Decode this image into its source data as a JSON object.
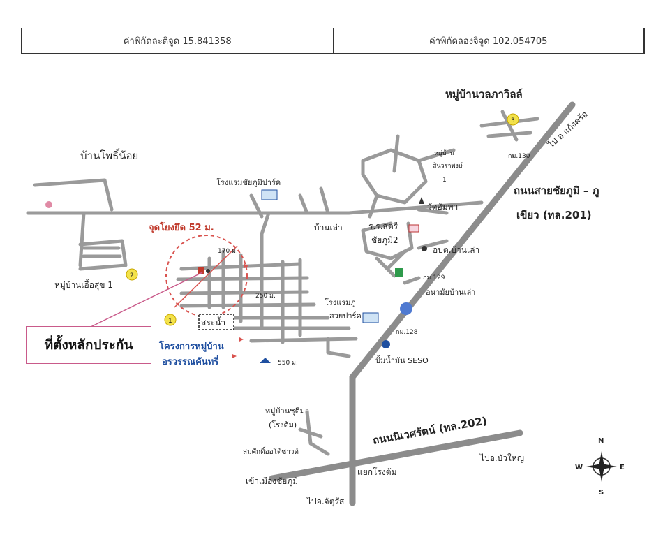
{
  "header": {
    "latitude_label": "ค่าพิกัดละติจูด 15.841358",
    "longitude_label": "ค่าพิกัดลองจิจูด 102.054705"
  },
  "places": {
    "village_walapa": "หมู่บ้านวลภาวิลล์",
    "ban_pho_noi": "บ้านโพธิ์น้อย",
    "hotel_chaiyaphum_park": "โรงแรมชัยภูมิปาร์ค",
    "ban_lao": "บ้านเล่า",
    "wat_um_pha": "วัดอัมพา",
    "school_line1": "ร.ร.สตรี",
    "school_line2": "ชัยภูมิ2",
    "obt_ban_lao": "อบต.บ้านเล่า",
    "village_sinwaraphong_line1": "หมู่บ้าน",
    "village_sinwaraphong_line2": "สินวราพงษ์",
    "village_sinwaraphong_line3": "1",
    "health_ban_lao": "อนามัยบ้านเล่า",
    "hotel_suay_line1": "โรงแรมภู",
    "hotel_suay_line2": "สวยปาร์ค",
    "gas_station": "ปั้มน้ำมัน SESO",
    "village_uea_suk": "หมู่บ้านเอื้อสุข 1",
    "village_chutima_line1": "หมู่บ้านชุติมา",
    "village_chutima_line2": "(โรงต้ม)",
    "somsak_shop": "สมศักดิ์ออโต้ซาวด์",
    "project_line1": "โครงการหมู่บ้าน",
    "project_line2": "อรวรรณคันทรี่",
    "pond": "สระน้ำ",
    "collateral_location": "ที่ตั้งหลักประกัน",
    "anchor_point": "จุดโยงยึด 52 ม."
  },
  "roads": {
    "road_201_line1": "ถนนสายชัยภูมิ – ภู",
    "road_201_line2": "เขียว (ทล.201)",
    "road_202": "ถนนนิเวศรัตน์ (ทล.202)",
    "to_kaeng_khro": "ไป อ.แก้งคร้อ",
    "to_bua_yai": "ไปอ.บัวใหญ่",
    "to_chatturat": "ไปอ.จัตุรัส",
    "to_city": "เข้าเมืองชัยภูมิ",
    "junction": "แยกโรงต้ม"
  },
  "km_markers": {
    "km130": "กม.130",
    "km129": "กม.129",
    "km128": "กม.128"
  },
  "distances": {
    "d170": "170 ม.",
    "d250": "250 ม.",
    "d550": "550 ม."
  },
  "markers": {
    "m1": "1",
    "m2": "2",
    "m3": "3"
  },
  "compass": {
    "n": "N",
    "s": "S",
    "e": "E",
    "w": "W"
  },
  "colors": {
    "road_gray": "#8c8c8c",
    "red_accent": "#c0392b",
    "blue_accent": "#1f4fa0",
    "marker_yellow": "#f3e24a"
  }
}
